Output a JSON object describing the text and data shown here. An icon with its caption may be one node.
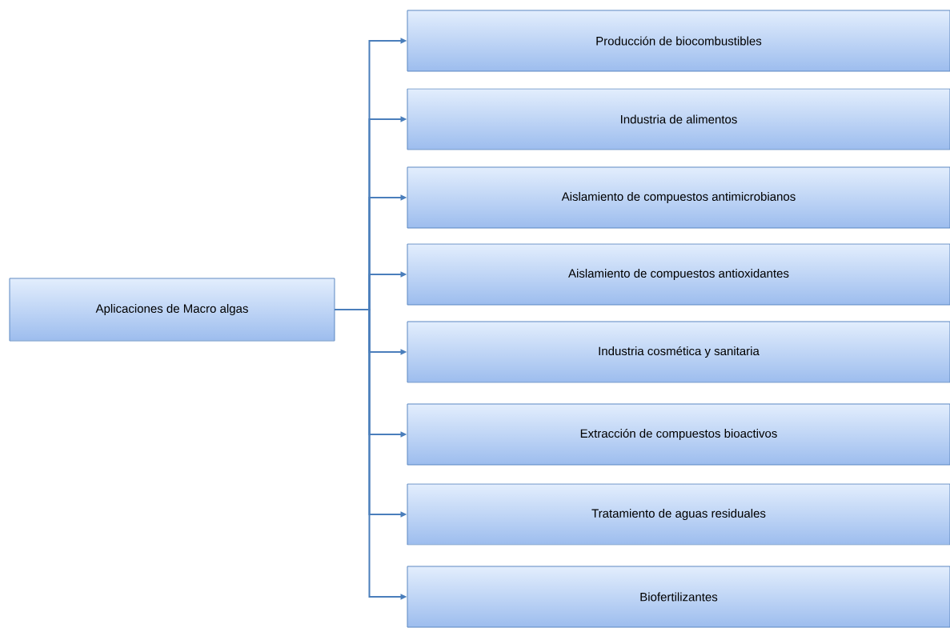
{
  "diagram": {
    "nodes": [
      {
        "text": [
          "Aplicaciones de Macro algas"
        ]
      },
      {
        "text": [
          "Producción de biocombustibles"
        ]
      },
      {
        "text": [
          "Industria de alimentos"
        ]
      },
      {
        "text": [
          "Aislamiento de compuestos antimicrobianos"
        ]
      },
      {
        "text": [
          "Aislamiento de compuestos antioxidantes"
        ]
      },
      {
        "text": [
          "Industria cosmética y sanitaria"
        ]
      },
      {
        "text": [
          "Extracción de compuestos bioactivos"
        ]
      },
      {
        "text": [
          "Tratamiento de aguas residuales"
        ]
      },
      {
        "text": [
          "Biofertilizantes"
        ]
      }
    ],
    "edges": [
      {
        "from": 0,
        "to": 1,
        "arrow": "to"
      },
      {
        "from": 0,
        "to": 2,
        "arrow": "to"
      },
      {
        "from": 0,
        "to": 3,
        "arrow": "to"
      },
      {
        "from": 0,
        "to": 4,
        "arrow": "to"
      },
      {
        "from": 0,
        "to": 5,
        "arrow": "to"
      },
      {
        "from": 0,
        "to": 6,
        "arrow": "to"
      },
      {
        "from": 0,
        "to": 7,
        "arrow": "to"
      },
      {
        "from": 0,
        "to": 8,
        "arrow": "to"
      }
    ]
  }
}
